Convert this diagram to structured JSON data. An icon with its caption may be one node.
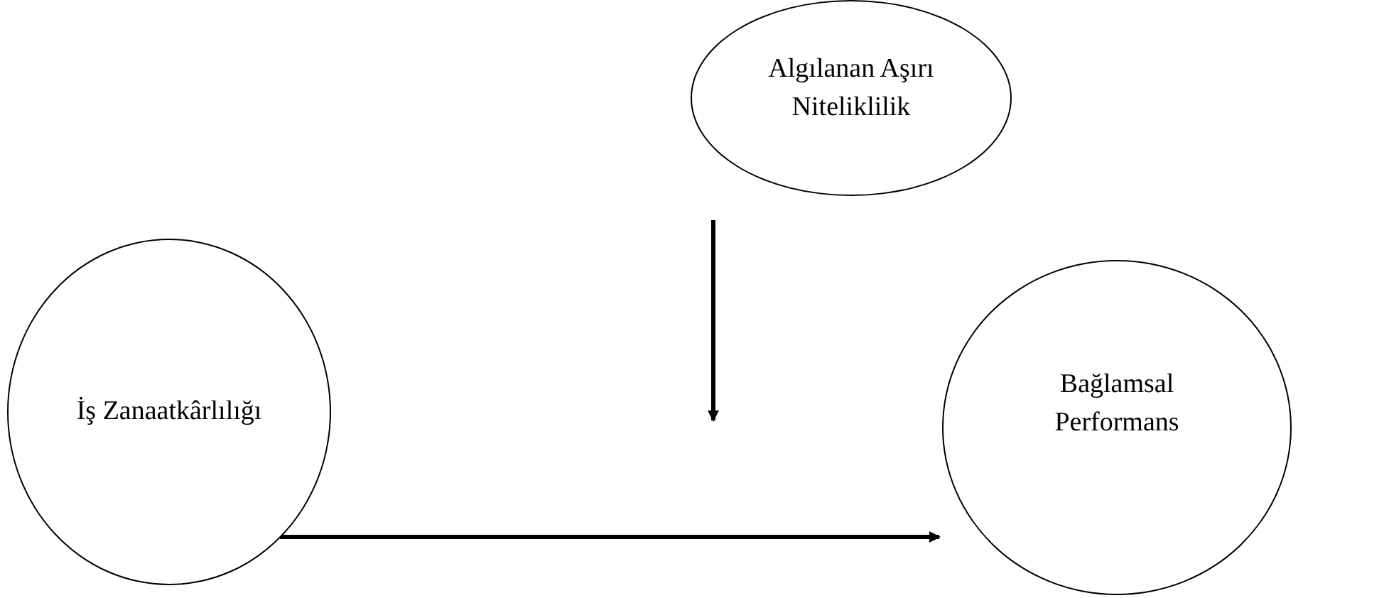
{
  "diagram": {
    "nodes": [
      {
        "text": [
          "Algılanan Aşırı Niteliklilik"
        ]
      },
      {
        "text": [
          "İş Zanaatkârlılığı"
        ]
      },
      {
        "text": [
          "Bağlamsal Performans"
        ]
      }
    ],
    "edges": [
      {
        "from": 1,
        "to": 2,
        "arrow": "to"
      },
      {
        "from": 0,
        "to": null,
        "arrow": "to"
      }
    ]
  }
}
